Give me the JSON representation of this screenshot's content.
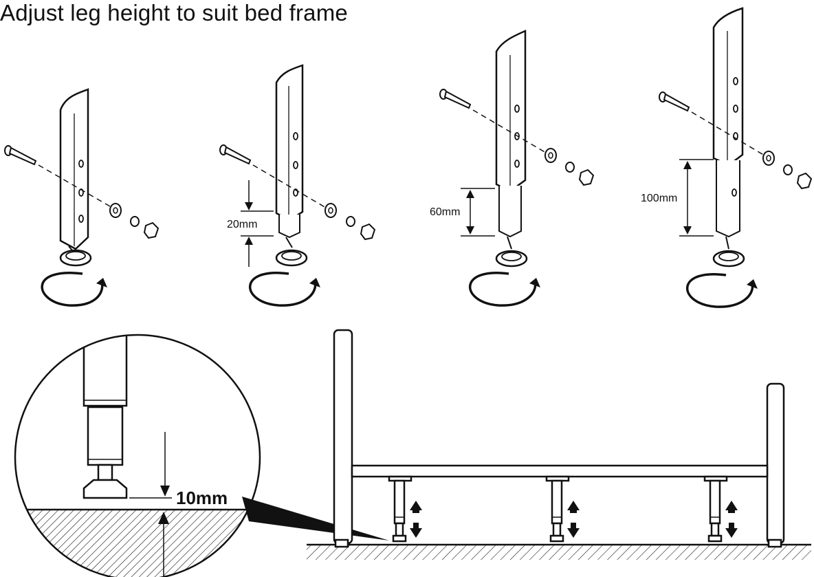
{
  "title": "Adjust leg height to suit bed frame",
  "measurements": {
    "leg2": "20mm",
    "leg3": "60mm",
    "leg4": "100mm",
    "detail": "10mm"
  },
  "colors": {
    "ink": "#111111",
    "background": "#ffffff"
  }
}
